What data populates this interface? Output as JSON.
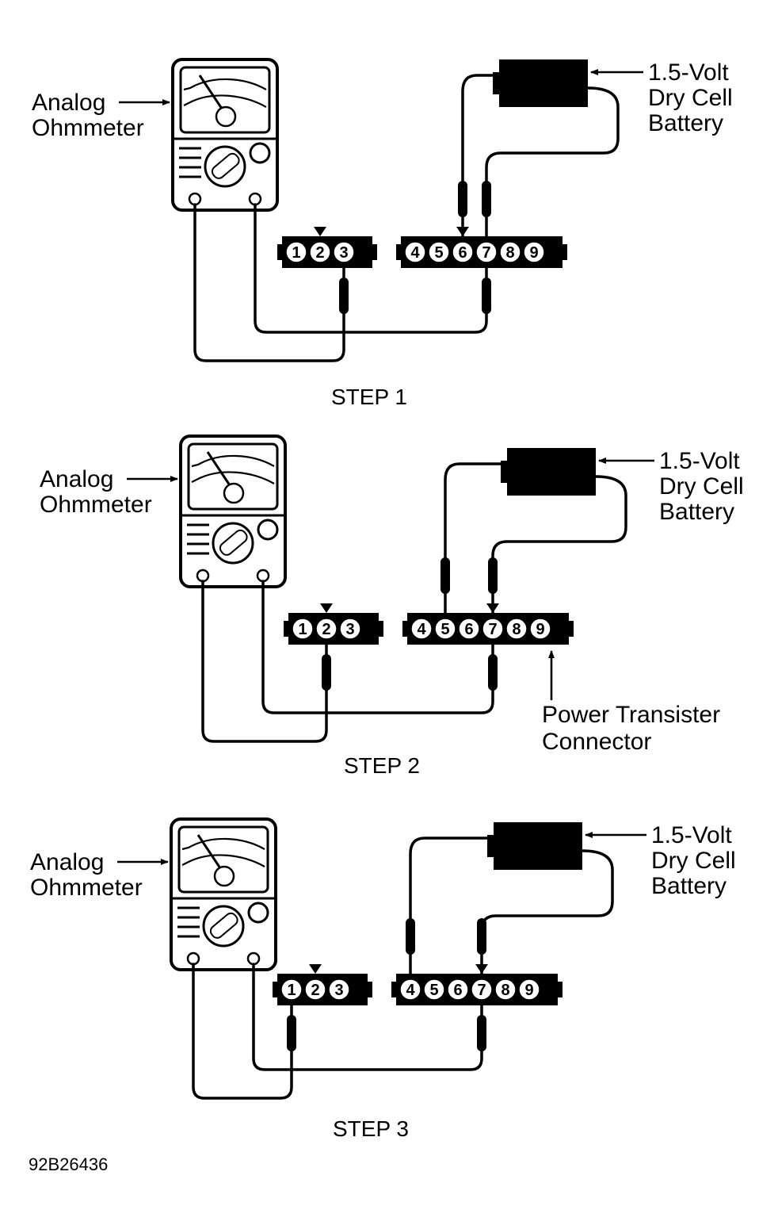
{
  "labels": {
    "ohmmeter": [
      "Analog",
      "Ohmmeter"
    ],
    "battery": [
      "1.5-Volt",
      "Dry Cell",
      "Battery"
    ],
    "connector": [
      "Power Transister",
      "Connector"
    ]
  },
  "steps": [
    {
      "title": "STEP 1",
      "meter_pin": "3",
      "meter_return_pin": "7",
      "battery_pins": [
        "6",
        "7"
      ]
    },
    {
      "title": "STEP 2",
      "meter_pin": "2",
      "meter_return_pin": "7",
      "battery_pins": [
        "5",
        "7"
      ]
    },
    {
      "title": "STEP 3",
      "meter_pin": "1",
      "meter_return_pin": "7",
      "battery_pins": [
        "4",
        "7"
      ]
    }
  ],
  "connector_a_pins": [
    "1",
    "2",
    "3"
  ],
  "connector_b_pins": [
    "4",
    "5",
    "6",
    "7",
    "8",
    "9"
  ],
  "figure_code": "92B26436"
}
